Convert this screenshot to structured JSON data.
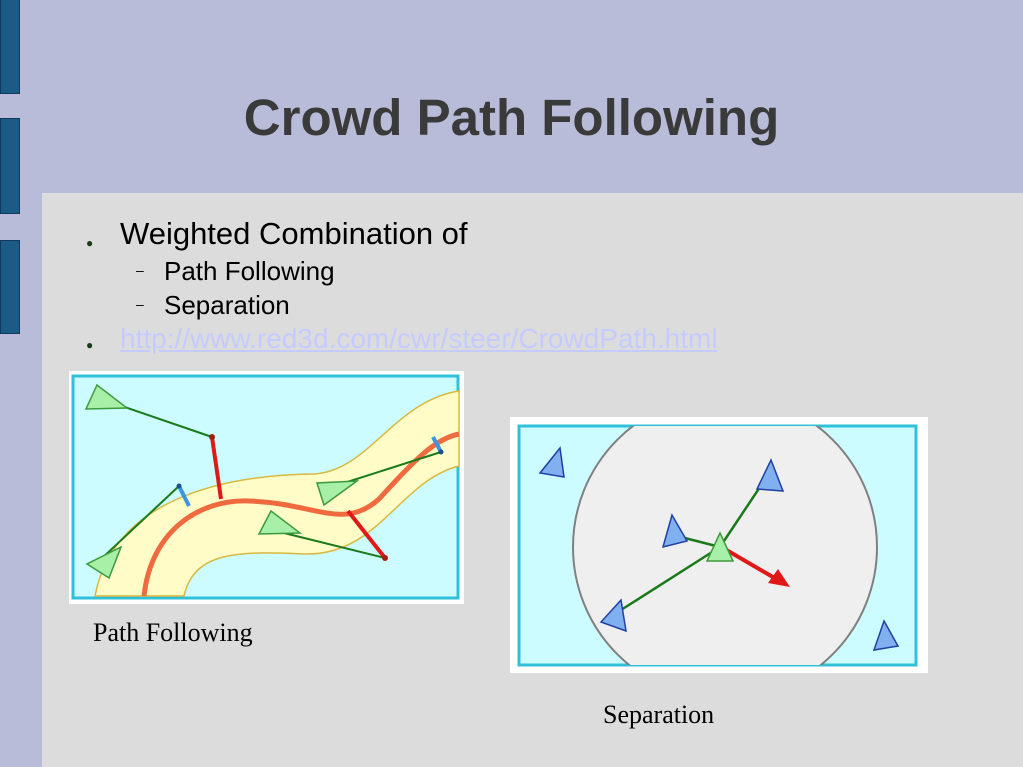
{
  "slide": {
    "title": "Crowd Path Following",
    "bullets": [
      {
        "text": "Weighted Combination of",
        "sub": [
          "Path Following",
          "Separation"
        ]
      },
      {
        "link": "http://www.red3d.com/cwr/steer/CrowdPath.html"
      }
    ],
    "bullet_glyph": "●",
    "sub_glyph": "–"
  },
  "figures": {
    "path_following": {
      "caption": "Path Following"
    },
    "separation": {
      "caption": "Separation"
    }
  },
  "colors": {
    "background": "#b8bcd8",
    "content_panel": "#dcdcdc",
    "side_tabs": "#1b5b86",
    "figure_fill": "#ccfcff",
    "figure_border": "#30c0d8",
    "path_band": "#fffcc8",
    "path_centerline": "#f06a40",
    "agent_green": "#a8f0a8",
    "agent_blue": "#80b0f0",
    "steering_red": "#e01818",
    "velocity_green": "#1a7a1a"
  }
}
